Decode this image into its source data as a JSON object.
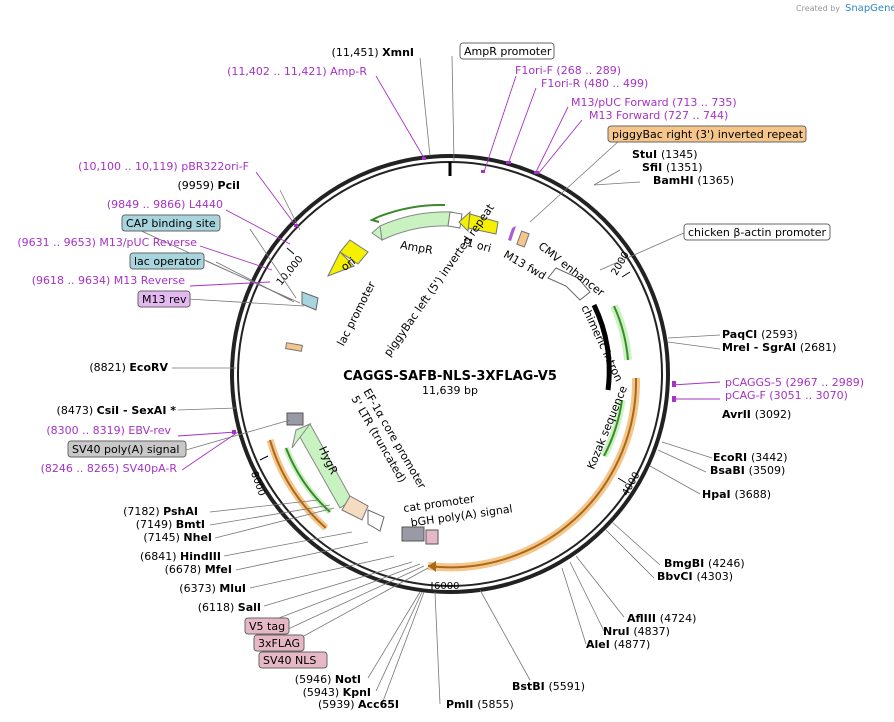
{
  "header": {
    "credit": "Created by",
    "brand": "SnapGene"
  },
  "plasmid": {
    "name": "CAGGS-SAFB-NLS-3XFLAG-V5",
    "size": "11,639 bp"
  },
  "ticks": [
    "2000",
    "4000",
    "6000",
    "8000",
    "10,000"
  ],
  "enzymes": [
    {
      "pos": "(11,451)",
      "name": "XmnI"
    },
    {
      "pos": "(1345)",
      "name": "StuI"
    },
    {
      "pos": "(1351)",
      "name": "SfiI"
    },
    {
      "pos": "(1365)",
      "name": "BamHI"
    },
    {
      "pos": "(9959)",
      "name": "PciI"
    },
    {
      "pos": "(2593)",
      "name": "PaqCI"
    },
    {
      "pos": "(2681)",
      "name": "MreI - SgrAI"
    },
    {
      "pos": "(8821)",
      "name": "EcoRV"
    },
    {
      "pos": "(3092)",
      "name": "AvrII"
    },
    {
      "pos": "(8473)",
      "name": "CsiI - SexAI *"
    },
    {
      "pos": "(3442)",
      "name": "EcoRI"
    },
    {
      "pos": "(3509)",
      "name": "BsaBI"
    },
    {
      "pos": "(3688)",
      "name": "HpaI"
    },
    {
      "pos": "(7182)",
      "name": "PshAI"
    },
    {
      "pos": "(7149)",
      "name": "BmtI"
    },
    {
      "pos": "(7145)",
      "name": "NheI"
    },
    {
      "pos": "(4246)",
      "name": "BmgBI"
    },
    {
      "pos": "(6841)",
      "name": "HindIII"
    },
    {
      "pos": "(4303)",
      "name": "BbvCI"
    },
    {
      "pos": "(6678)",
      "name": "MfeI"
    },
    {
      "pos": "(6373)",
      "name": "MluI"
    },
    {
      "pos": "(4724)",
      "name": "AflIII"
    },
    {
      "pos": "(6118)",
      "name": "SalI"
    },
    {
      "pos": "(4837)",
      "name": "NruI"
    },
    {
      "pos": "(4877)",
      "name": "AleI"
    },
    {
      "pos": "(5591)",
      "name": "BstBI"
    },
    {
      "pos": "(5946)",
      "name": "NotI"
    },
    {
      "pos": "(5943)",
      "name": "KpnI"
    },
    {
      "pos": "(5939)",
      "name": "Acc65I"
    },
    {
      "pos": "(5855)",
      "name": "PmlI"
    }
  ],
  "primers": [
    {
      "range": "(11,402 .. 11,421)",
      "name": "Amp-R"
    },
    {
      "range": "(268 .. 289)",
      "name": "F1ori-F"
    },
    {
      "range": "(480 .. 499)",
      "name": "F1ori-R"
    },
    {
      "range": "(713 .. 735)",
      "name": "M13/pUC Forward"
    },
    {
      "range": "(727 .. 744)",
      "name": "M13 Forward"
    },
    {
      "range": "(10,100 .. 10,119)",
      "name": "pBR322ori-F"
    },
    {
      "range": "(9849 .. 9866)",
      "name": "L4440"
    },
    {
      "range": "(9631 .. 9653)",
      "name": "M13/pUC Reverse"
    },
    {
      "range": "(9618 .. 9634)",
      "name": "M13 Reverse"
    },
    {
      "range": "(2967 .. 2989)",
      "name": "pCAGGS-5"
    },
    {
      "range": "(3051 .. 3070)",
      "name": "pCAG-F"
    },
    {
      "range": "(8300 .. 8319)",
      "name": "EBV-rev"
    },
    {
      "range": "(8246 .. 8265)",
      "name": "SV40pA-R"
    }
  ],
  "boxed_features": {
    "ampr_promoter": "AmpR promoter",
    "piggybac_right": "piggyBac right (3') inverted repeat",
    "chicken_actin": "chicken β-actin promoter",
    "cap_binding": "CAP binding site",
    "lac_operator": "lac operator",
    "m13_rev": "M13 rev",
    "sv40_polya": "SV40 poly(A) signal",
    "v5_tag": "V5 tag",
    "flag": "3xFLAG",
    "sv40_nls": "SV40 NLS"
  },
  "inner_labels": {
    "ampr": "AmpR",
    "f1_ori": "f1 ori",
    "ori": "ori",
    "m13_fwd": "M13 fwd",
    "cmv": "CMV enhancer",
    "chimeric": "chimeric intron",
    "kozak": "Kozak sequence",
    "lac_promoter": "lac promoter",
    "piggybac_left": "piggyBac left (5') inverted repeat",
    "ef1a": "EF-1α core promoter",
    "ltr": "5' LTR (truncated)",
    "hygr": "HygR",
    "cat": "cat promoter",
    "bgh": "bGH poly(A) signal"
  },
  "colors": {
    "purple": "#a632c6",
    "orange_feature": "#f5c58a",
    "green_feature": "#c8f2c0",
    "blue_box": "#a8d5dd",
    "pink_box": "#e6b8c6",
    "violet_box": "#e4b8f0",
    "gray_box": "#c8c8c8",
    "ori_yellow": "#f5f000"
  }
}
